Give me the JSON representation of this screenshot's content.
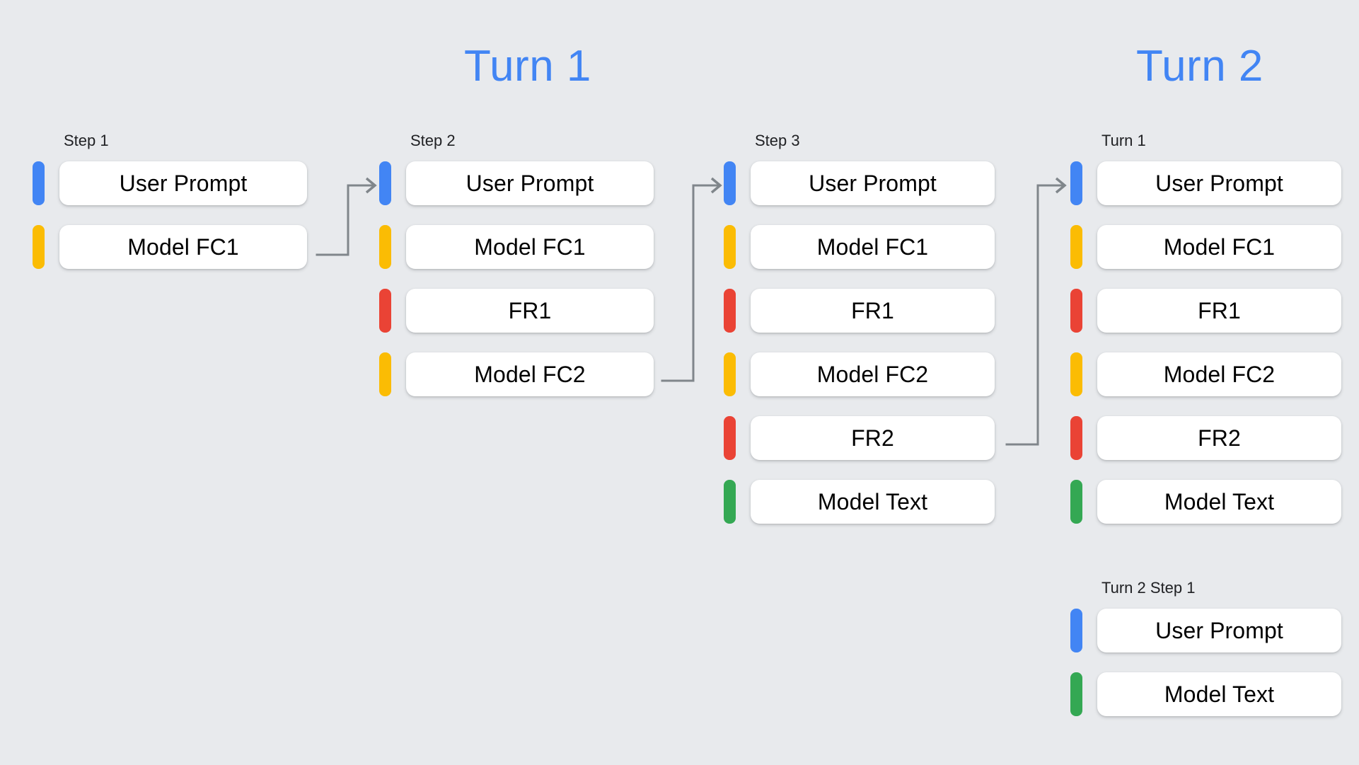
{
  "background_color": "#e8eaed",
  "palette": {
    "user": "#4285f4",
    "model_fc": "#fbbc04",
    "function_response": "#ea4335",
    "model_text": "#34a853",
    "accent_title": "#4285f4",
    "connector": "#80868b",
    "box_fill": "#ffffff",
    "text": "#202124"
  },
  "banners": [
    {
      "label": "Turn 1"
    },
    {
      "label": "Turn 2"
    }
  ],
  "columns": [
    {
      "id": "step1",
      "label": "Step 1",
      "rows": [
        {
          "label": "User Prompt",
          "color": "#4285f4",
          "kind": "user-prompt"
        },
        {
          "label": "Model FC1",
          "color": "#fbbc04",
          "kind": "model-function-call"
        }
      ]
    },
    {
      "id": "step2",
      "label": "Step 2",
      "rows": [
        {
          "label": "User Prompt",
          "color": "#4285f4",
          "kind": "user-prompt"
        },
        {
          "label": "Model FC1",
          "color": "#fbbc04",
          "kind": "model-function-call"
        },
        {
          "label": "FR1",
          "color": "#ea4335",
          "kind": "function-response"
        },
        {
          "label": "Model FC2",
          "color": "#fbbc04",
          "kind": "model-function-call"
        }
      ]
    },
    {
      "id": "step3",
      "label": "Step 3",
      "rows": [
        {
          "label": "User Prompt",
          "color": "#4285f4",
          "kind": "user-prompt"
        },
        {
          "label": "Model FC1",
          "color": "#fbbc04",
          "kind": "model-function-call"
        },
        {
          "label": "FR1",
          "color": "#ea4335",
          "kind": "function-response"
        },
        {
          "label": "Model FC2",
          "color": "#fbbc04",
          "kind": "model-function-call"
        },
        {
          "label": "FR2",
          "color": "#ea4335",
          "kind": "function-response"
        },
        {
          "label": "Model Text",
          "color": "#34a853",
          "kind": "model-text"
        }
      ]
    },
    {
      "id": "turn1b",
      "label": "Turn 1",
      "rows": [
        {
          "label": "User Prompt",
          "color": "#4285f4",
          "kind": "user-prompt"
        },
        {
          "label": "Model FC1",
          "color": "#fbbc04",
          "kind": "model-function-call"
        },
        {
          "label": "FR1",
          "color": "#ea4335",
          "kind": "function-response"
        },
        {
          "label": "Model FC2",
          "color": "#fbbc04",
          "kind": "model-function-call"
        },
        {
          "label": "FR2",
          "color": "#ea4335",
          "kind": "function-response"
        },
        {
          "label": "Model Text",
          "color": "#34a853",
          "kind": "model-text"
        }
      ]
    },
    {
      "id": "turn2step1",
      "label": "Turn 2 Step 1",
      "rows": [
        {
          "label": "User Prompt",
          "color": "#4285f4",
          "kind": "user-prompt"
        },
        {
          "label": "Model Text",
          "color": "#34a853",
          "kind": "model-text"
        }
      ]
    }
  ],
  "connectors": [
    {
      "from": "step1.Model FC1",
      "to": "step2.User Prompt"
    },
    {
      "from": "step2.Model FC2",
      "to": "step3.User Prompt"
    },
    {
      "from": "step3.FR2",
      "to": "turn1b.User Prompt"
    }
  ]
}
